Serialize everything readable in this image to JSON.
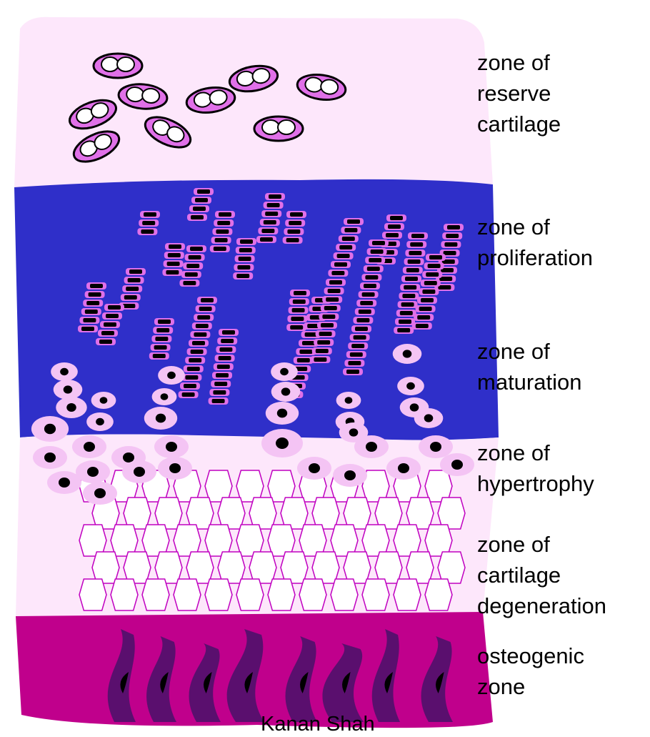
{
  "zones": [
    {
      "key": "reserve",
      "label": "zone of\nreserve\ncartilage",
      "color": "#fde7fb"
    },
    {
      "key": "proliferation",
      "label": "zone of\nproliferation",
      "color": "#2f2fc9"
    },
    {
      "key": "maturation",
      "label": "zone of\nmaturation",
      "color": "#2f2fc9"
    },
    {
      "key": "hypertrophy",
      "label": "zone of\nhypertrophy",
      "color": "#fde7fb"
    },
    {
      "key": "degeneration",
      "label": "zone of\ncartilage\ndegeneration",
      "color": "#ffffff"
    },
    {
      "key": "osteogenic",
      "label": "osteogenic\nzone",
      "color": "#c0008c"
    }
  ],
  "credit": "Kanan Shah",
  "colors": {
    "cell_pink": "#e070e8",
    "nucleus": "#000000",
    "bone_purple": "#5a0f6e",
    "membrane": "#c000c0"
  }
}
